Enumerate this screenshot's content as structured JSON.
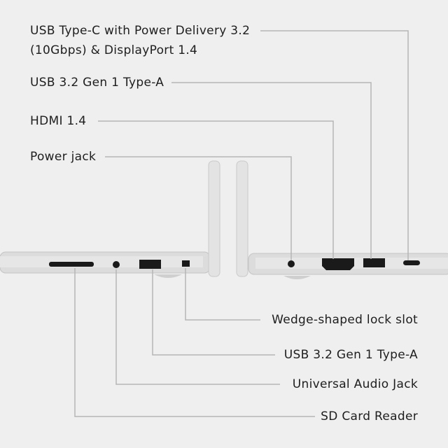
{
  "top_labels": [
    {
      "line1": "USB Type-C with Power Delivery 3.2",
      "line2": "(10Gbps) & DisplayPort 1.4"
    },
    {
      "line1": "USB 3.2 Gen 1 Type-A"
    },
    {
      "line1": "HDMI 1.4"
    },
    {
      "line1": "Power jack"
    }
  ],
  "bottom_labels": [
    "Wedge-shaped lock slot",
    "USB 3.2 Gen 1 Type-A",
    "Universal Audio Jack",
    "SD Card Reader"
  ],
  "colors": {
    "background": "#efefef",
    "leader_line": "#b5b5b5",
    "chassis": "#d9d9d9",
    "port": "#1a1a1a"
  }
}
